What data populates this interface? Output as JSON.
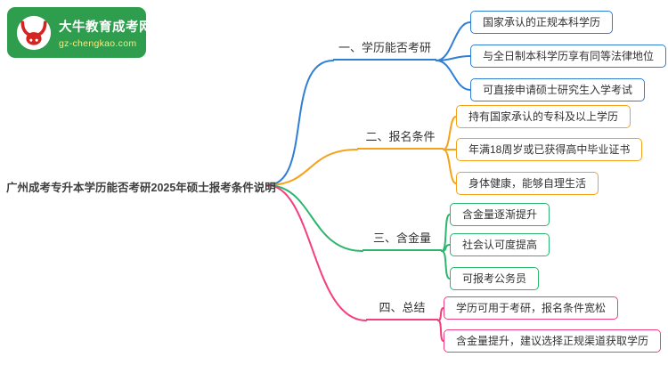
{
  "logo": {
    "title": "大牛教育成考网",
    "url": "gz-chengkao.com",
    "background_color": "#2e9d4e",
    "bull_color": "#d6231f"
  },
  "root": {
    "label": "广州成考专升本学历能否考研2025年硕士报考条件说明"
  },
  "branches": [
    {
      "label": "一、学历能否考研",
      "color": "#2f7fd6",
      "children": [
        "国家承认的正规本科学历",
        "与全日制本科学历享有同等法律地位",
        "可直接申请硕士研究生入学考试"
      ]
    },
    {
      "label": "二、报名条件",
      "color": "#f5a21b",
      "children": [
        "持有国家承认的专科及以上学历",
        "年满18周岁或已获得高中毕业证书",
        "身体健康，能够自理生活"
      ]
    },
    {
      "label": "三、含金量",
      "color": "#2cb56d",
      "children": [
        "含金量逐渐提升",
        "社会认可度提高",
        "可报考公务员"
      ]
    },
    {
      "label": "四、总结",
      "color": "#f43f7f",
      "children": [
        "学历可用于考研，报名条件宽松",
        "含金量提升，建议选择正规渠道获取学历"
      ]
    }
  ]
}
